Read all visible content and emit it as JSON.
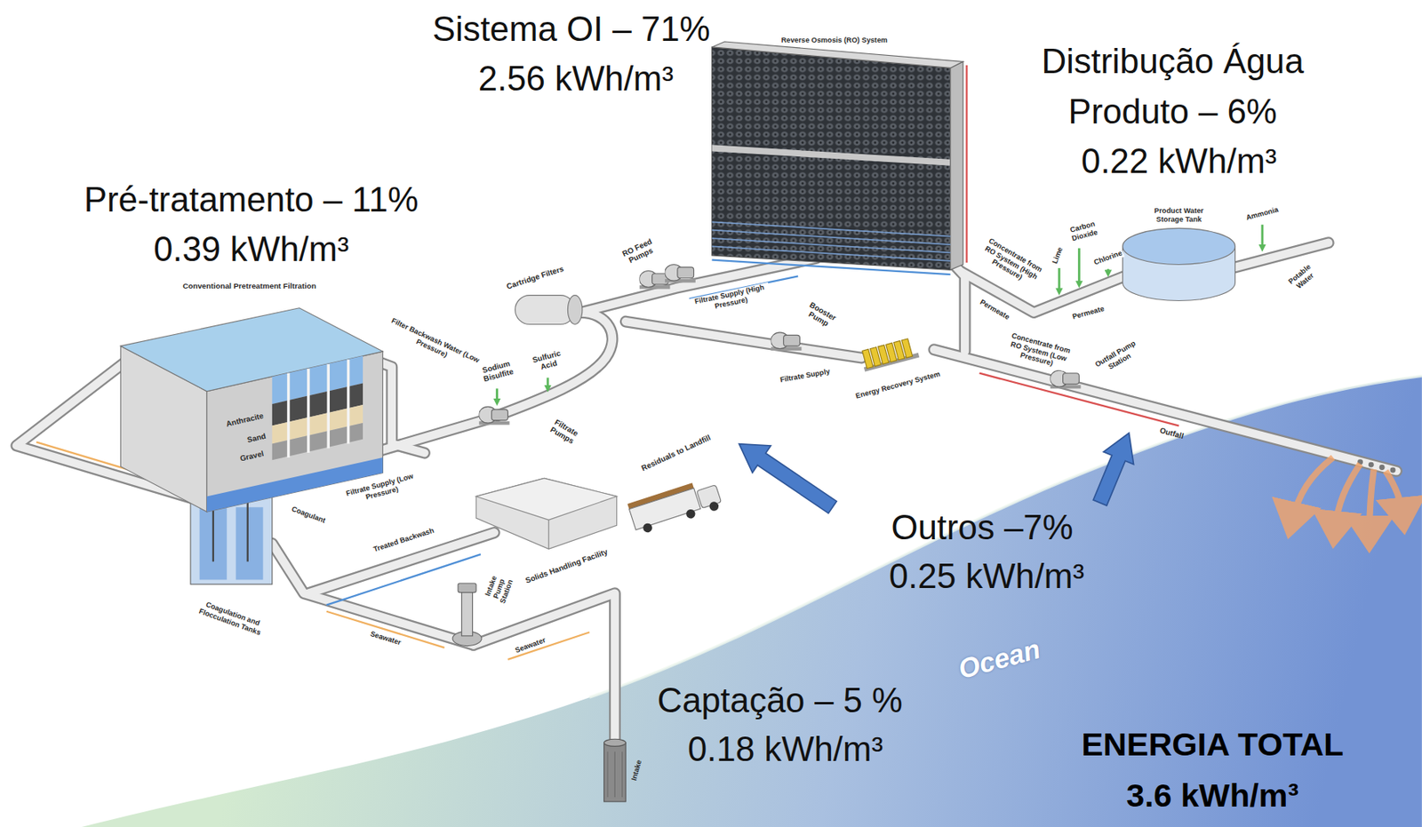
{
  "diagram": {
    "labels": [
      "Sistema OI – 71%",
      "2.56 kWh/m³",
      "Distribução Água",
      "Produto – 6%",
      "0.22 kWh/m³",
      "Pré-tratamento – 11%",
      "0.39 kWh/m³",
      "Outros –7%",
      "0.25 kWh/m³",
      "Captação – 5 %",
      "0.18 kWh/m³",
      "ENERGIA TOTAL",
      "3.6 kWh/m³",
      "Reverse Osmosis (RO) System",
      "Conventional Pretreatment Filtration",
      "Filter Backwash Water (Low Pressure)",
      "Anthracite",
      "Sand",
      "Gravel",
      "Cartridge Filters",
      "RO Feed Pumps",
      "Filtrate Supply (High Pressure)",
      "Booster Pump",
      "Sodium Bisulfite",
      "Sulfuric Acid",
      "Filtrate Pumps",
      "Filtrate Supply (Low Pressure)",
      "Filtrate Supply",
      "Energy Recovery System",
      "Concentrate from RO System (High Pressure)",
      "Permeate",
      "Concentrate from RO System (Low Pressure)",
      "Outfall Pump Station",
      "Outfall",
      "Carbon Dioxide",
      "Lime",
      "Chlorine",
      "Permeate",
      "Product Water Storage Tank",
      "Ammonia",
      "Potable Water",
      "Residuals to Landfill",
      "Solids Handling Facility",
      "Treated Backwash",
      "Coagulant",
      "Coagulation and Flocculation Tanks",
      "Seawater",
      "Seawater",
      "Intake Pump Station",
      "Intake",
      "Ocean"
    ]
  }
}
